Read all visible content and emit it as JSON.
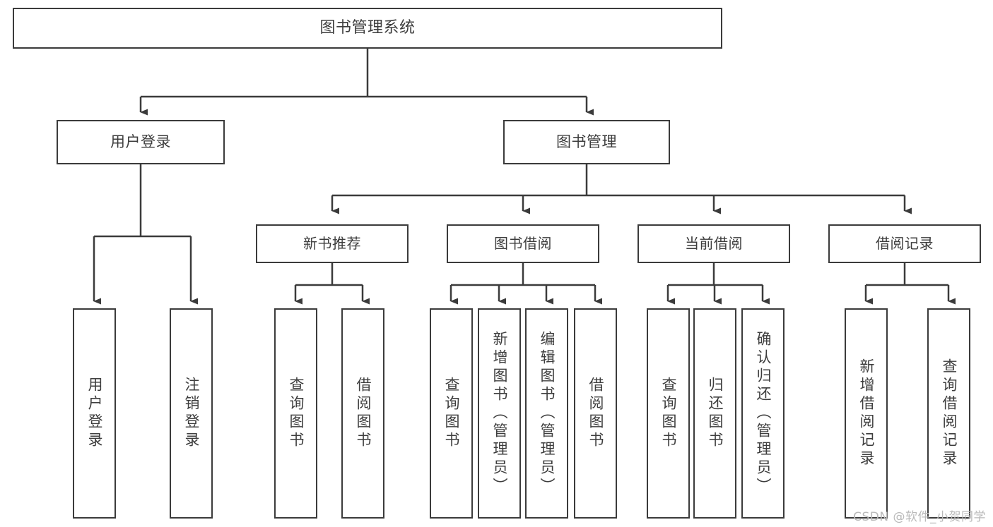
{
  "diagram": {
    "title": "图书管理系统",
    "type": "tree-hierarchy-diagram",
    "watermark": "CSDN @软件_小贺同学",
    "colors": {
      "box_border": "#3b3b3b",
      "box_fill": "#ffffff",
      "text": "#3d3d3d",
      "connector": "#3b3b3b",
      "watermark": "#b9b9b9",
      "background": "#ffffff"
    },
    "root": {
      "label": "图书管理系统"
    },
    "level1": [
      {
        "label": "用户登录"
      },
      {
        "label": "图书管理"
      }
    ],
    "level2": [
      {
        "label": "新书推荐"
      },
      {
        "label": "图书借阅"
      },
      {
        "label": "当前借阅"
      },
      {
        "label": "借阅记录"
      }
    ],
    "leaves": {
      "user_login": [
        {
          "label": "用户登录"
        },
        {
          "label": "注销登录"
        }
      ],
      "new_book_recommend": [
        {
          "label": "查询图书"
        },
        {
          "label": "借阅图书"
        }
      ],
      "book_borrow": [
        {
          "label": "查询图书"
        },
        {
          "label": "新增图书（管理员）"
        },
        {
          "label": "编辑图书（管理员）"
        },
        {
          "label": "借阅图书"
        }
      ],
      "current_borrow": [
        {
          "label": "查询图书"
        },
        {
          "label": "归还图书"
        },
        {
          "label": "确认归还（管理员）"
        }
      ],
      "borrow_record": [
        {
          "label": "新增借阅记录"
        },
        {
          "label": "查询借阅记录"
        }
      ]
    }
  }
}
